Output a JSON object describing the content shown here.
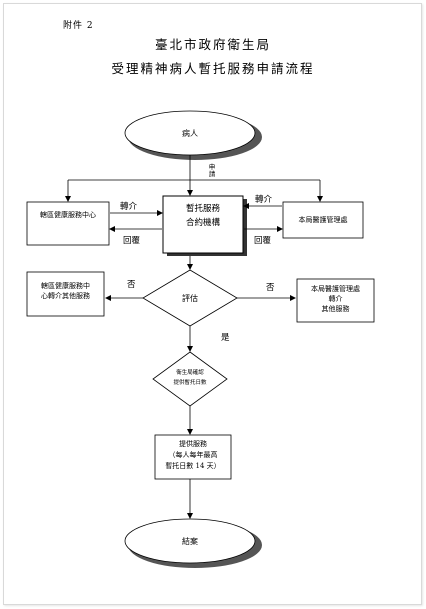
{
  "annex_label": "附件 2",
  "title_line1": "臺北市政府衛生局",
  "title_line2": "受理精神病人暫托服務申請流程",
  "nodes": {
    "start": "病人",
    "left_center": "轄區健康服務中心",
    "agency_line1": "暫托服務",
    "agency_line2": "合約機構",
    "right_office": "本局醫護管理處",
    "evaluate": "評估",
    "left_referral_line1": "轄區健康服務中",
    "left_referral_line2": "心轉介其他服務",
    "right_referral_line1": "本局醫護管理處",
    "right_referral_line2": "轉介",
    "right_referral_line3": "其他服務",
    "approve_line1": "衛生局確認",
    "approve_line2": "提供暫托日數",
    "service_line1": "提供服務",
    "service_line2": "（每人每年最高",
    "service_line3": "暫托日數 14 天）",
    "end": "結案"
  },
  "edge_labels": {
    "apply_1": "申",
    "apply_2": "請",
    "refer_left": "轉介",
    "reply_left": "回覆",
    "refer_right": "轉介",
    "reply_right": "回覆",
    "no_left": "否",
    "no_right": "否",
    "yes": "是"
  }
}
